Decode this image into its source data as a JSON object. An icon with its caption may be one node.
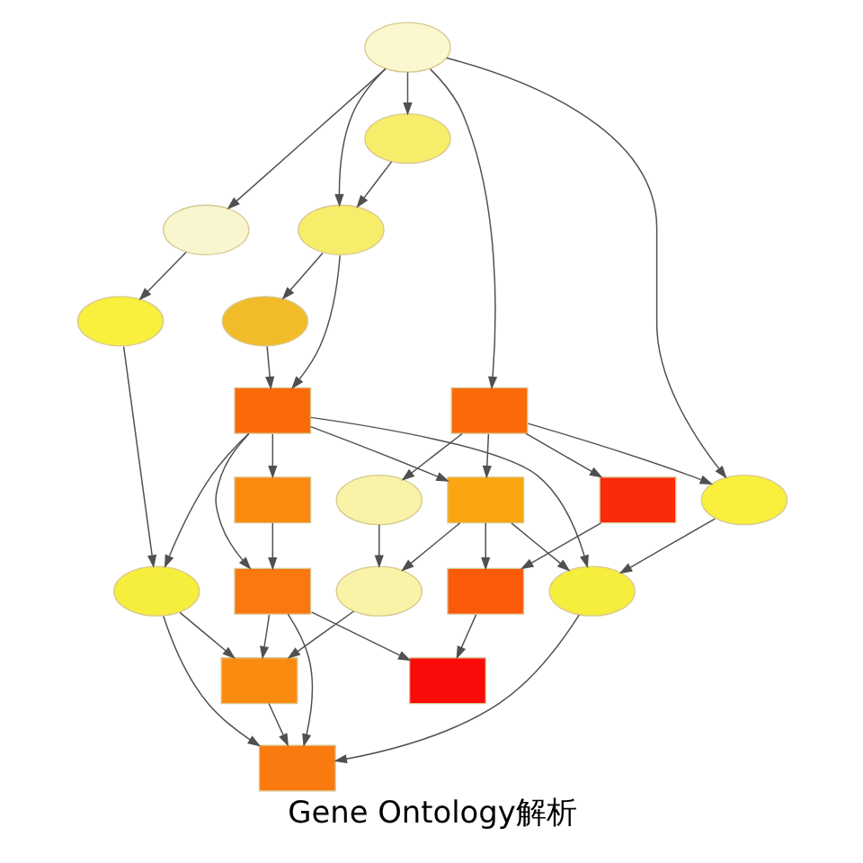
{
  "diagram": {
    "caption": "Gene Ontology解析",
    "nodes": [
      {
        "text": [],
        "shape": "ellipse"
      },
      {
        "text": [],
        "shape": "ellipse"
      },
      {
        "text": [],
        "shape": "ellipse"
      },
      {
        "text": [],
        "shape": "ellipse"
      },
      {
        "text": [],
        "shape": "ellipse"
      },
      {
        "text": [],
        "shape": "ellipse"
      },
      {
        "text": [],
        "shape": "box"
      },
      {
        "text": [],
        "shape": "box"
      },
      {
        "text": [],
        "shape": "box"
      },
      {
        "text": [],
        "shape": "ellipse"
      },
      {
        "text": [],
        "shape": "box"
      },
      {
        "text": [],
        "shape": "box"
      },
      {
        "text": [],
        "shape": "ellipse"
      },
      {
        "text": [],
        "shape": "ellipse"
      },
      {
        "text": [],
        "shape": "box"
      },
      {
        "text": [],
        "shape": "ellipse"
      },
      {
        "text": [],
        "shape": "box"
      },
      {
        "text": [],
        "shape": "ellipse"
      },
      {
        "text": [],
        "shape": "box"
      },
      {
        "text": [],
        "shape": "box"
      },
      {
        "text": [],
        "shape": "box"
      }
    ],
    "edges": [
      {
        "from": 0,
        "to": 2,
        "arrow": "to"
      },
      {
        "from": 0,
        "to": 1,
        "arrow": "to"
      },
      {
        "from": 0,
        "to": 3,
        "arrow": "to"
      },
      {
        "from": 0,
        "to": 7,
        "arrow": "to"
      },
      {
        "from": 0,
        "to": 12,
        "arrow": "to"
      },
      {
        "from": 1,
        "to": 3,
        "arrow": "to"
      },
      {
        "from": 2,
        "to": 4,
        "arrow": "to"
      },
      {
        "from": 3,
        "to": 5,
        "arrow": "to"
      },
      {
        "from": 3,
        "to": 6,
        "arrow": "to"
      },
      {
        "from": 5,
        "to": 6,
        "arrow": "to"
      },
      {
        "from": 4,
        "to": 13,
        "arrow": "to"
      },
      {
        "from": 6,
        "to": 8,
        "arrow": "to"
      },
      {
        "from": 6,
        "to": 13,
        "arrow": "to"
      },
      {
        "from": 6,
        "to": 14,
        "arrow": "to"
      },
      {
        "from": 6,
        "to": 10,
        "arrow": "to"
      },
      {
        "from": 6,
        "to": 17,
        "arrow": "to"
      },
      {
        "from": 7,
        "to": 9,
        "arrow": "to"
      },
      {
        "from": 7,
        "to": 10,
        "arrow": "to"
      },
      {
        "from": 7,
        "to": 11,
        "arrow": "to"
      },
      {
        "from": 7,
        "to": 12,
        "arrow": "to"
      },
      {
        "from": 8,
        "to": 14,
        "arrow": "to"
      },
      {
        "from": 9,
        "to": 15,
        "arrow": "to"
      },
      {
        "from": 10,
        "to": 15,
        "arrow": "to"
      },
      {
        "from": 10,
        "to": 16,
        "arrow": "to"
      },
      {
        "from": 10,
        "to": 17,
        "arrow": "to"
      },
      {
        "from": 11,
        "to": 16,
        "arrow": "to"
      },
      {
        "from": 12,
        "to": 17,
        "arrow": "to"
      },
      {
        "from": 13,
        "to": 18,
        "arrow": "to"
      },
      {
        "from": 13,
        "to": 20,
        "arrow": "to"
      },
      {
        "from": 14,
        "to": 18,
        "arrow": "to"
      },
      {
        "from": 14,
        "to": 20,
        "arrow": "to"
      },
      {
        "from": 14,
        "to": 19,
        "arrow": "to"
      },
      {
        "from": 15,
        "to": 18,
        "arrow": "to"
      },
      {
        "from": 16,
        "to": 19,
        "arrow": "to"
      },
      {
        "from": 17,
        "to": 20,
        "arrow": "to"
      },
      {
        "from": 18,
        "to": 20,
        "arrow": "to"
      }
    ]
  }
}
